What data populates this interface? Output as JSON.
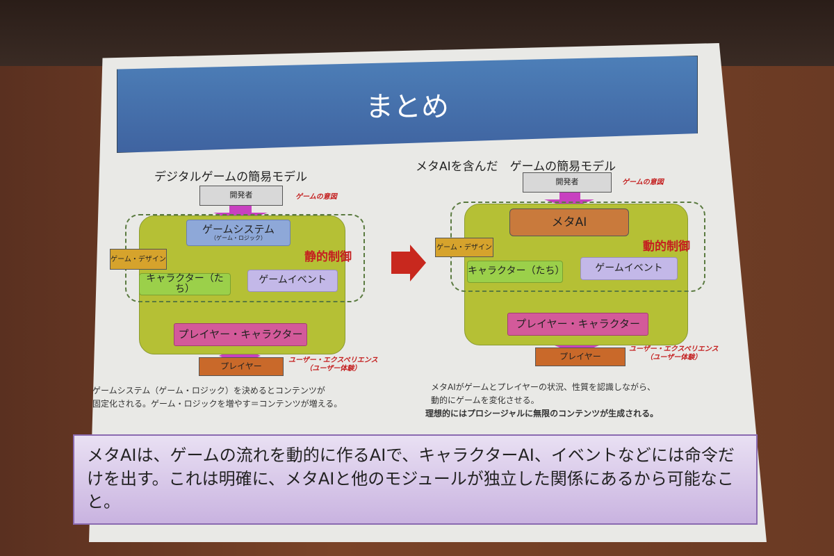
{
  "title": "まとめ",
  "left": {
    "heading": "デジタルゲームの簡易モデル",
    "developer": "開発者",
    "intent": "ゲームの意図",
    "system": "ゲームシステム",
    "system_sub": "（ゲーム・ロジック）",
    "design": "ゲーム・デザイン",
    "control": "静的制御",
    "characters": "キャラクター（たち）",
    "event": "ゲームイベント",
    "player_character": "プレイヤー・キャラクター",
    "player": "プレイヤー",
    "ux": "ユーザー・エクスペリエンス",
    "ux_sub": "（ユーザー体験）",
    "note_lines": [
      "ゲームシステム（ゲーム・ロジック）を決めるとコンテンツが",
      "固定化される。ゲーム・ロジックを増やす＝コンテンツが増える。"
    ]
  },
  "right": {
    "heading": "メタAIを含んだ　ゲームの簡易モデル",
    "developer": "開発者",
    "intent": "ゲームの意図",
    "meta_ai": "メタAI",
    "design": "ゲーム・デザイン",
    "control": "動的制御",
    "characters": "キャラクター（たち）",
    "event": "ゲームイベント",
    "player_character": "プレイヤー・キャラクター",
    "player": "プレイヤー",
    "ux": "ユーザー・エクスペリエンス",
    "ux_sub": "（ユーザー体験）",
    "note_lines": [
      "メタAIがゲームとプレイヤーの状況、性質を認識しながら、",
      "動的にゲームを変化させる。"
    ],
    "note_bold": "理想的にはプロシージャルに無限のコンテンツが生成される。"
  },
  "summary": "メタAIは、ゲームの流れを動的に作るAIで、キャラクターAI、イベントなどには命令だけを出す。これは明確に、メタAIと他のモジュールが独立した関係にあるから可能なこと。",
  "colors": {
    "banner": "#4d7fb8",
    "arrow": "#5a3ec8",
    "dev_arrow": "#c840c0",
    "red": "#c42020"
  }
}
